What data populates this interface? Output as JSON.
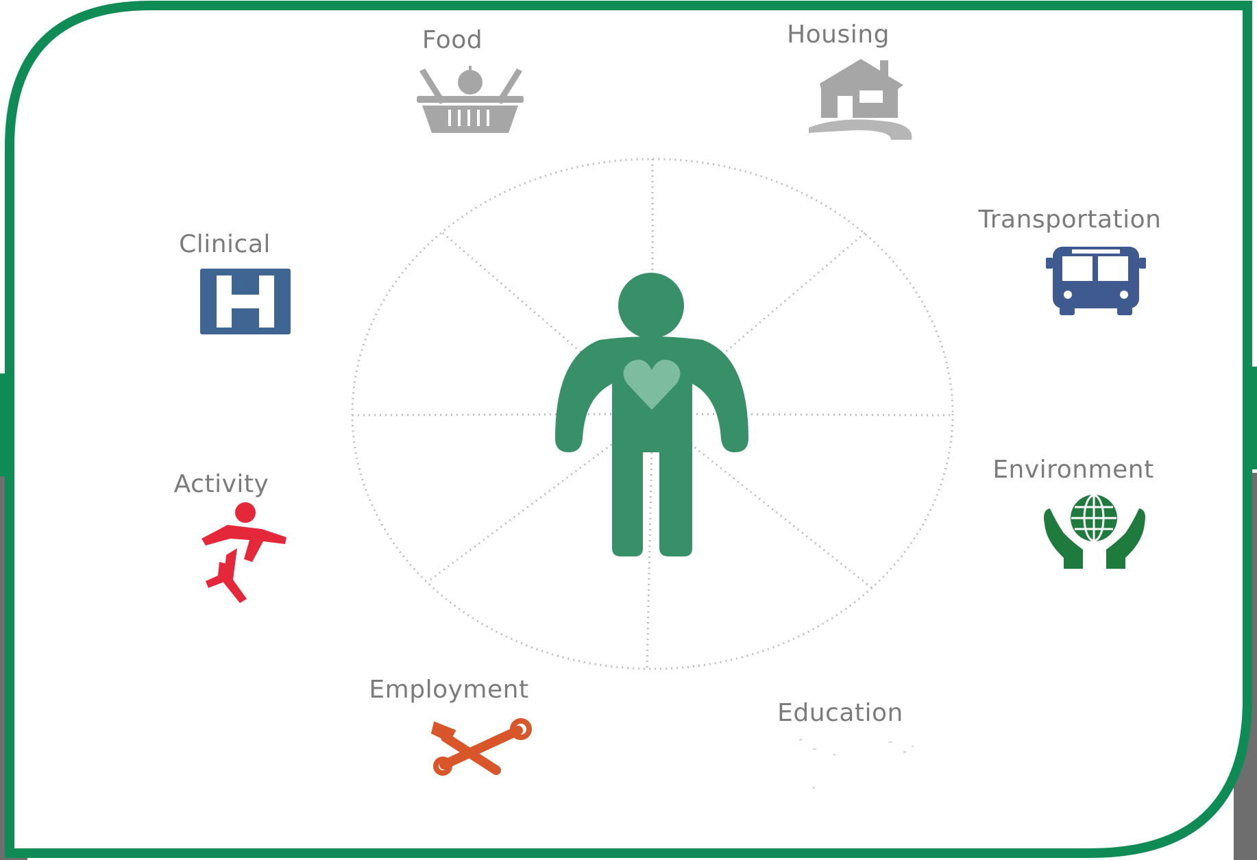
{
  "diagram": {
    "factors": {
      "food": {
        "label": "Food",
        "icon": "basket-icon",
        "color": "#a6a6a6"
      },
      "housing": {
        "label": "Housing",
        "icon": "house-icon",
        "color": "#a6a6a6"
      },
      "transportation": {
        "label": "Transportation",
        "icon": "bus-icon",
        "color": "#3e5a8e"
      },
      "environment": {
        "label": "Environment",
        "icon": "globe-hands-icon",
        "color": "#1f7a3e"
      },
      "education": {
        "label": "Education",
        "icon": "education-icon",
        "color": "#ffffff"
      },
      "employment": {
        "label": "Employment",
        "icon": "tools-icon",
        "color": "#d8562a"
      },
      "activity": {
        "label": "Activity",
        "icon": "running-person-icon",
        "color": "#e5273a"
      },
      "clinical": {
        "label": "Clinical",
        "icon": "hospital-icon",
        "color": "#3f6592"
      }
    },
    "center": {
      "icon": "person-heart-icon",
      "color": "#389068"
    },
    "frame_color": "#0f8c55",
    "backdrop_color": "#6e6e6e"
  }
}
